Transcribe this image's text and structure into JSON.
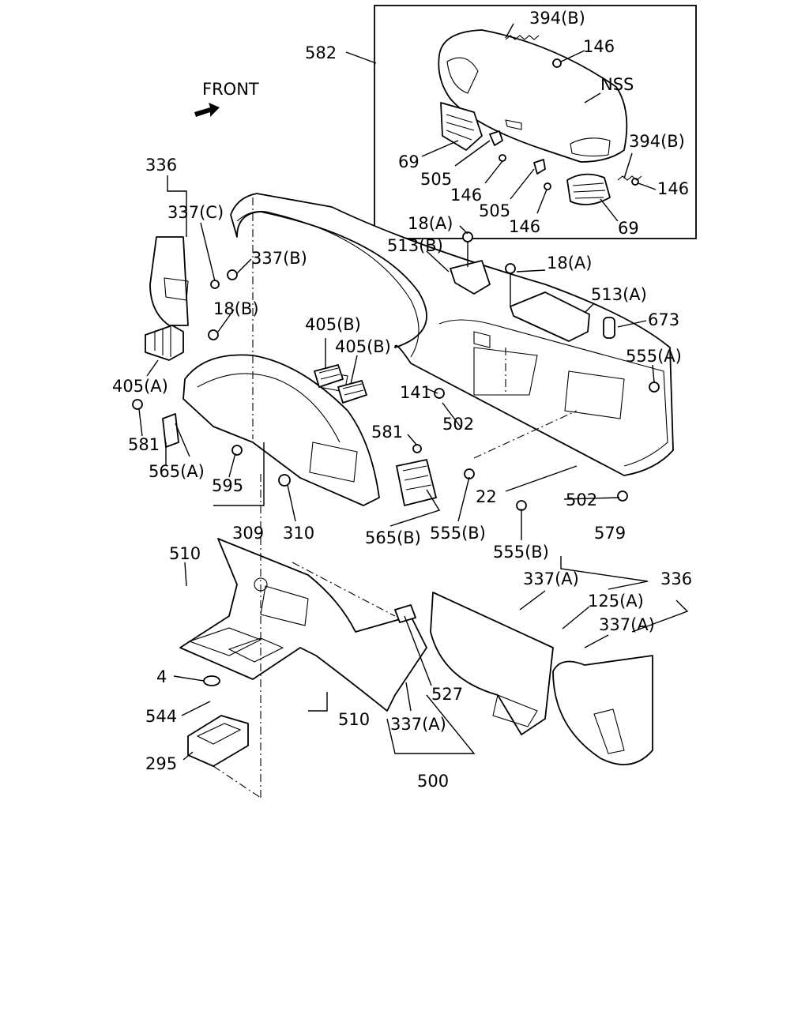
{
  "diagram": {
    "front_label": "FRONT",
    "nss_label": "NSS",
    "labels": {
      "l582": "582",
      "l394b_top": "394(B)",
      "l146_a": "146",
      "l394b_right": "394(B)",
      "l69_left": "69",
      "l505_left": "505",
      "l146_b": "146",
      "l505_mid": "505",
      "l146_c": "146",
      "l146_d": "146",
      "l69_right": "69",
      "l336_left": "336",
      "l337c": "337(C)",
      "l337b": "337(B)",
      "l18b": "18(B)",
      "l18a_top": "18(A)",
      "l513b": "513(B)",
      "l18a_mid": "18(A)",
      "l513a": "513(A)",
      "l673": "673",
      "l555a": "555(A)",
      "l405b_1": "405(B)",
      "l405b_2": "405(B)",
      "l405a": "405(A)",
      "l141": "141",
      "l502_top": "502",
      "l581_left": "581",
      "l581_mid": "581",
      "l565a": "565(A)",
      "l595": "595",
      "l22": "22",
      "l502_bot": "502",
      "l309": "309",
      "l310": "310",
      "l565b": "565(B)",
      "l555b_1": "555(B)",
      "l555b_2": "555(B)",
      "l579": "579",
      "l510_top": "510",
      "l337a_1": "337(A)",
      "l336_right": "336",
      "l125a": "125(A)",
      "l337a_2": "337(A)",
      "l4": "4",
      "l544": "544",
      "l527": "527",
      "l510_bot": "510",
      "l337a_3": "337(A)",
      "l295": "295",
      "l500": "500"
    }
  }
}
